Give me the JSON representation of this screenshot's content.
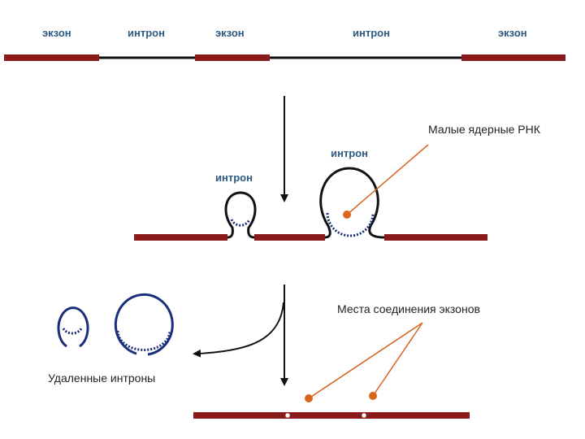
{
  "labels": {
    "exon_1": "экзон",
    "intron_1": "интрон",
    "exon_2": "экзон",
    "intron_2": "интрон",
    "exon_3": "экзон",
    "intron_loop_small": "интрон",
    "intron_loop_large": "интрон",
    "snrna": "Малые ядерные РНК",
    "splice_sites": "Места соединения экзонов",
    "removed_introns": "Удаленные интроны"
  },
  "colors": {
    "exon": "#8b1a1a",
    "intron": "#111111",
    "snrna": "#1a2f7a",
    "pointer": "#d8641f",
    "label_blue": "#2d5a82"
  }
}
